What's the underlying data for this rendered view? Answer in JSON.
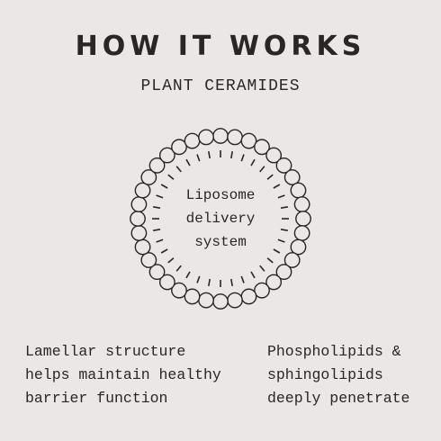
{
  "title": "HOW IT WORKS",
  "subtitle": "PLANT CERAMIDES",
  "diagram": {
    "center_lines": [
      "Liposome",
      "delivery",
      "system"
    ],
    "colors": {
      "stroke": "#2b2523",
      "background": "#ebe7e6"
    }
  },
  "captions": {
    "left": [
      "Lamellar structure",
      "helps maintain healthy",
      "barrier function"
    ],
    "right": [
      "Phospholipids &",
      "sphingolipids",
      "deeply penetrate"
    ]
  }
}
